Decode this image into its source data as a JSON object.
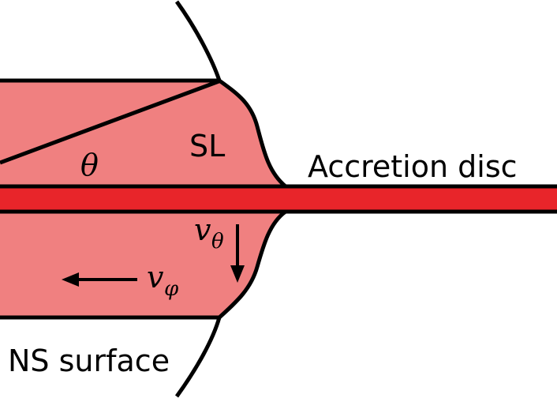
{
  "labels": {
    "boundary_layer": "SL",
    "disc": "Accretion disc",
    "surface": "NS surface",
    "angle": "θ",
    "v_theta_base": "v",
    "v_theta_sub": "θ",
    "v_phi_base": "v",
    "v_phi_sub": "φ"
  },
  "colors": {
    "layer_fill": "#f08080",
    "disc_fill": "#e8252a",
    "outline": "#000000",
    "background": "#ffffff"
  }
}
